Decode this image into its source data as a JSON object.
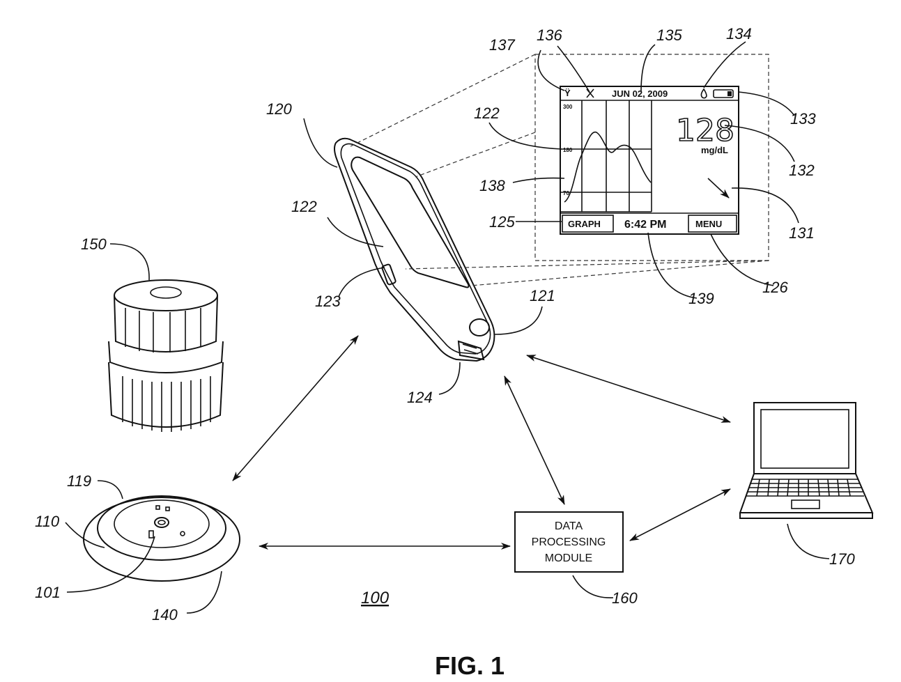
{
  "figure_caption": "FIG. 1",
  "system_ref": "100",
  "data_module": {
    "line1": "DATA",
    "line2": "PROCESSING",
    "line3": "MODULE"
  },
  "screen": {
    "date": "JUN 02, 2009",
    "glucose_value": "128",
    "glucose_unit": "mg/dL",
    "graph_button": "GRAPH",
    "time": "6:42 PM",
    "menu_button": "MENU"
  },
  "labels": {
    "l101": "101",
    "l110": "110",
    "l119": "119",
    "l120": "120",
    "l121": "121",
    "l122a": "122",
    "l122b": "122",
    "l123": "123",
    "l124": "124",
    "l125": "125",
    "l126": "126",
    "l131": "131",
    "l132": "132",
    "l133": "133",
    "l134": "134",
    "l135": "135",
    "l136": "136",
    "l137": "137",
    "l138": "138",
    "l139": "139",
    "l140": "140",
    "l150": "150",
    "l160": "160",
    "l170": "170"
  }
}
